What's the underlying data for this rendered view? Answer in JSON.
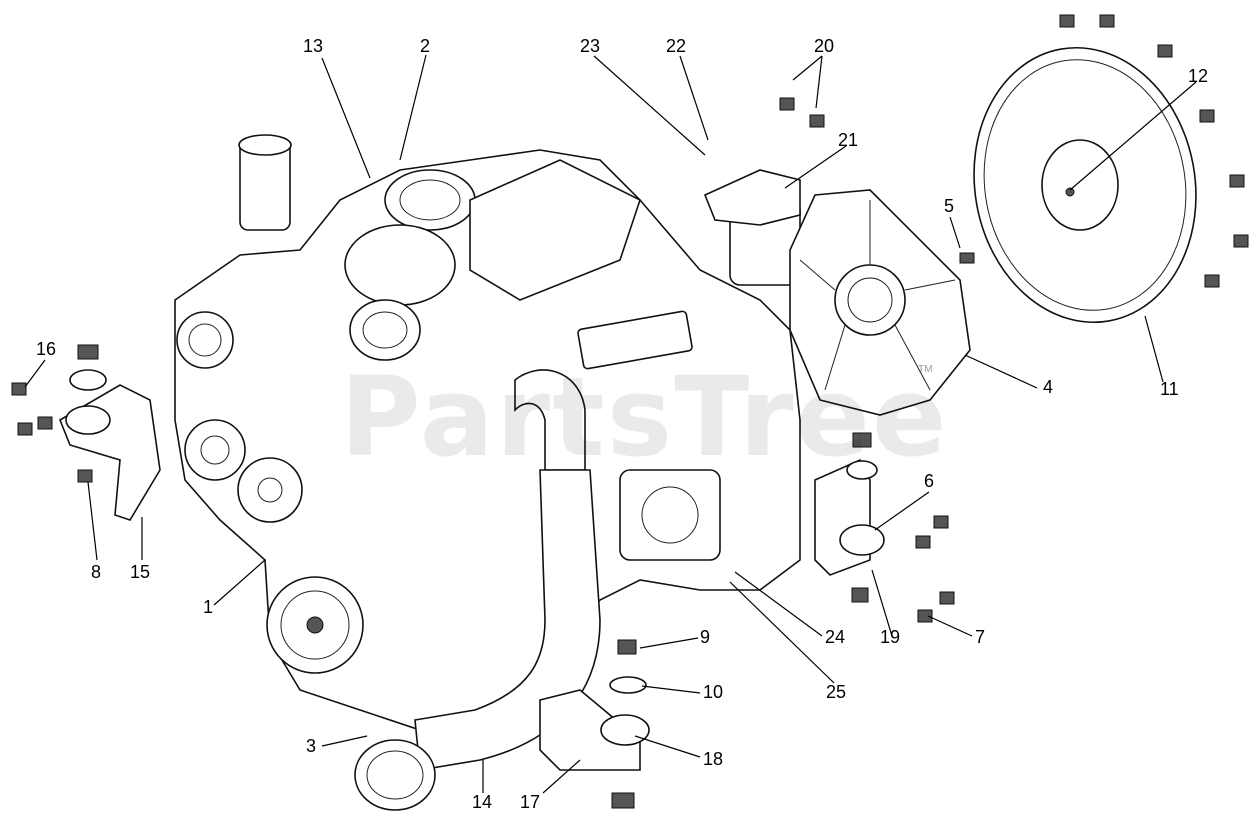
{
  "watermark": "PartsTree",
  "trademark": "TM",
  "callouts": {
    "c1": "1",
    "c2": "2",
    "c3": "3",
    "c4": "4",
    "c5": "5",
    "c6": "6",
    "c7": "7",
    "c8": "8",
    "c9": "9",
    "c10": "10",
    "c11": "11",
    "c12": "12",
    "c13": "13",
    "c14": "14",
    "c15": "15",
    "c16": "16",
    "c17": "17",
    "c18": "18",
    "c19": "19",
    "c20": "20",
    "c21": "21",
    "c22": "22",
    "c23": "23",
    "c24": "24",
    "c25": "25"
  }
}
